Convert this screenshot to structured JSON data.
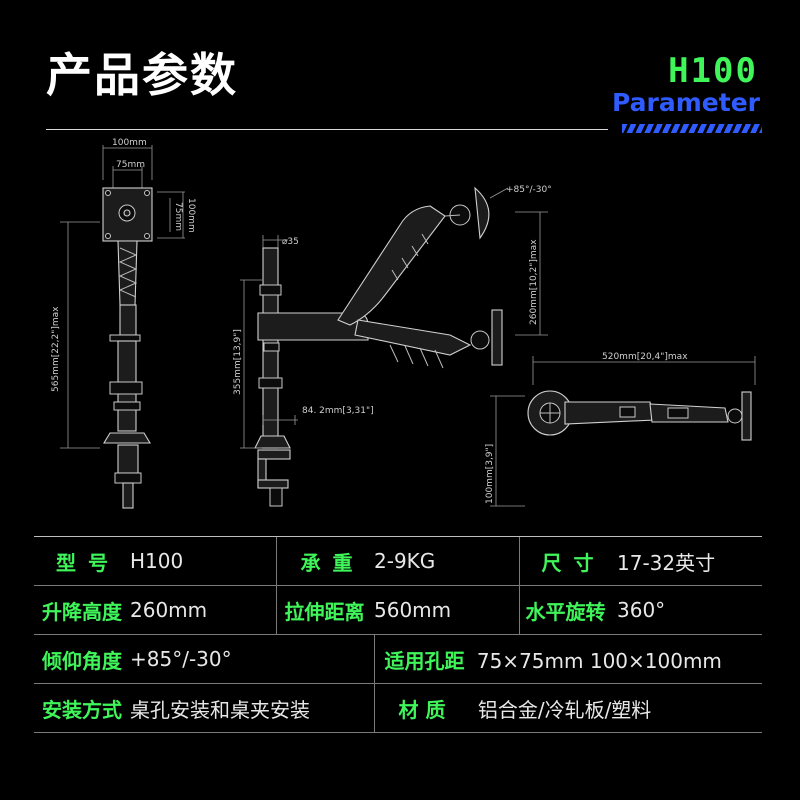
{
  "header": {
    "title": "产品参数",
    "model": "H100",
    "subtitle": "Parameter"
  },
  "dimensions": {
    "plate_width": "100mm",
    "hole_width": "75mm",
    "hole_height": "75mm",
    "plate_height": "100mm",
    "max_height": "565mm[22,2\"]max",
    "pole_diameter": "⌀35",
    "pole_height": "355mm[13,9\"]",
    "clamp_offset": "84. 2mm[3,31\"]",
    "tilt": "+85°/-30°",
    "lift": "260mm[10,2\"]max",
    "reach": "520mm[20,4\"]max",
    "base_height": "100mm[3,9\"]"
  },
  "specs": {
    "row1": {
      "l1": "型号",
      "v1": "H100",
      "l2": "承重",
      "v2": "2-9KG",
      "l3": "尺寸",
      "v3": "17-32英寸"
    },
    "row2": {
      "l1": "升降高度",
      "v1": "260mm",
      "l2": "拉伸距离",
      "v2": "560mm",
      "l3": "水平旋转",
      "v3": "360°"
    },
    "row3": {
      "l1": "倾仰角度",
      "v1": "+85°/-30°",
      "l2": "适用孔距",
      "v2": "75×75mm  100×100mm"
    },
    "row4": {
      "l1": "安装方式",
      "v1": "桌孔安装和桌夹安装",
      "l2": "材  质",
      "v2": "铝合金/冷轧板/塑料"
    }
  },
  "colors": {
    "accent": "#3ff55a",
    "brand": "#2f5bff",
    "background": "#000000"
  }
}
